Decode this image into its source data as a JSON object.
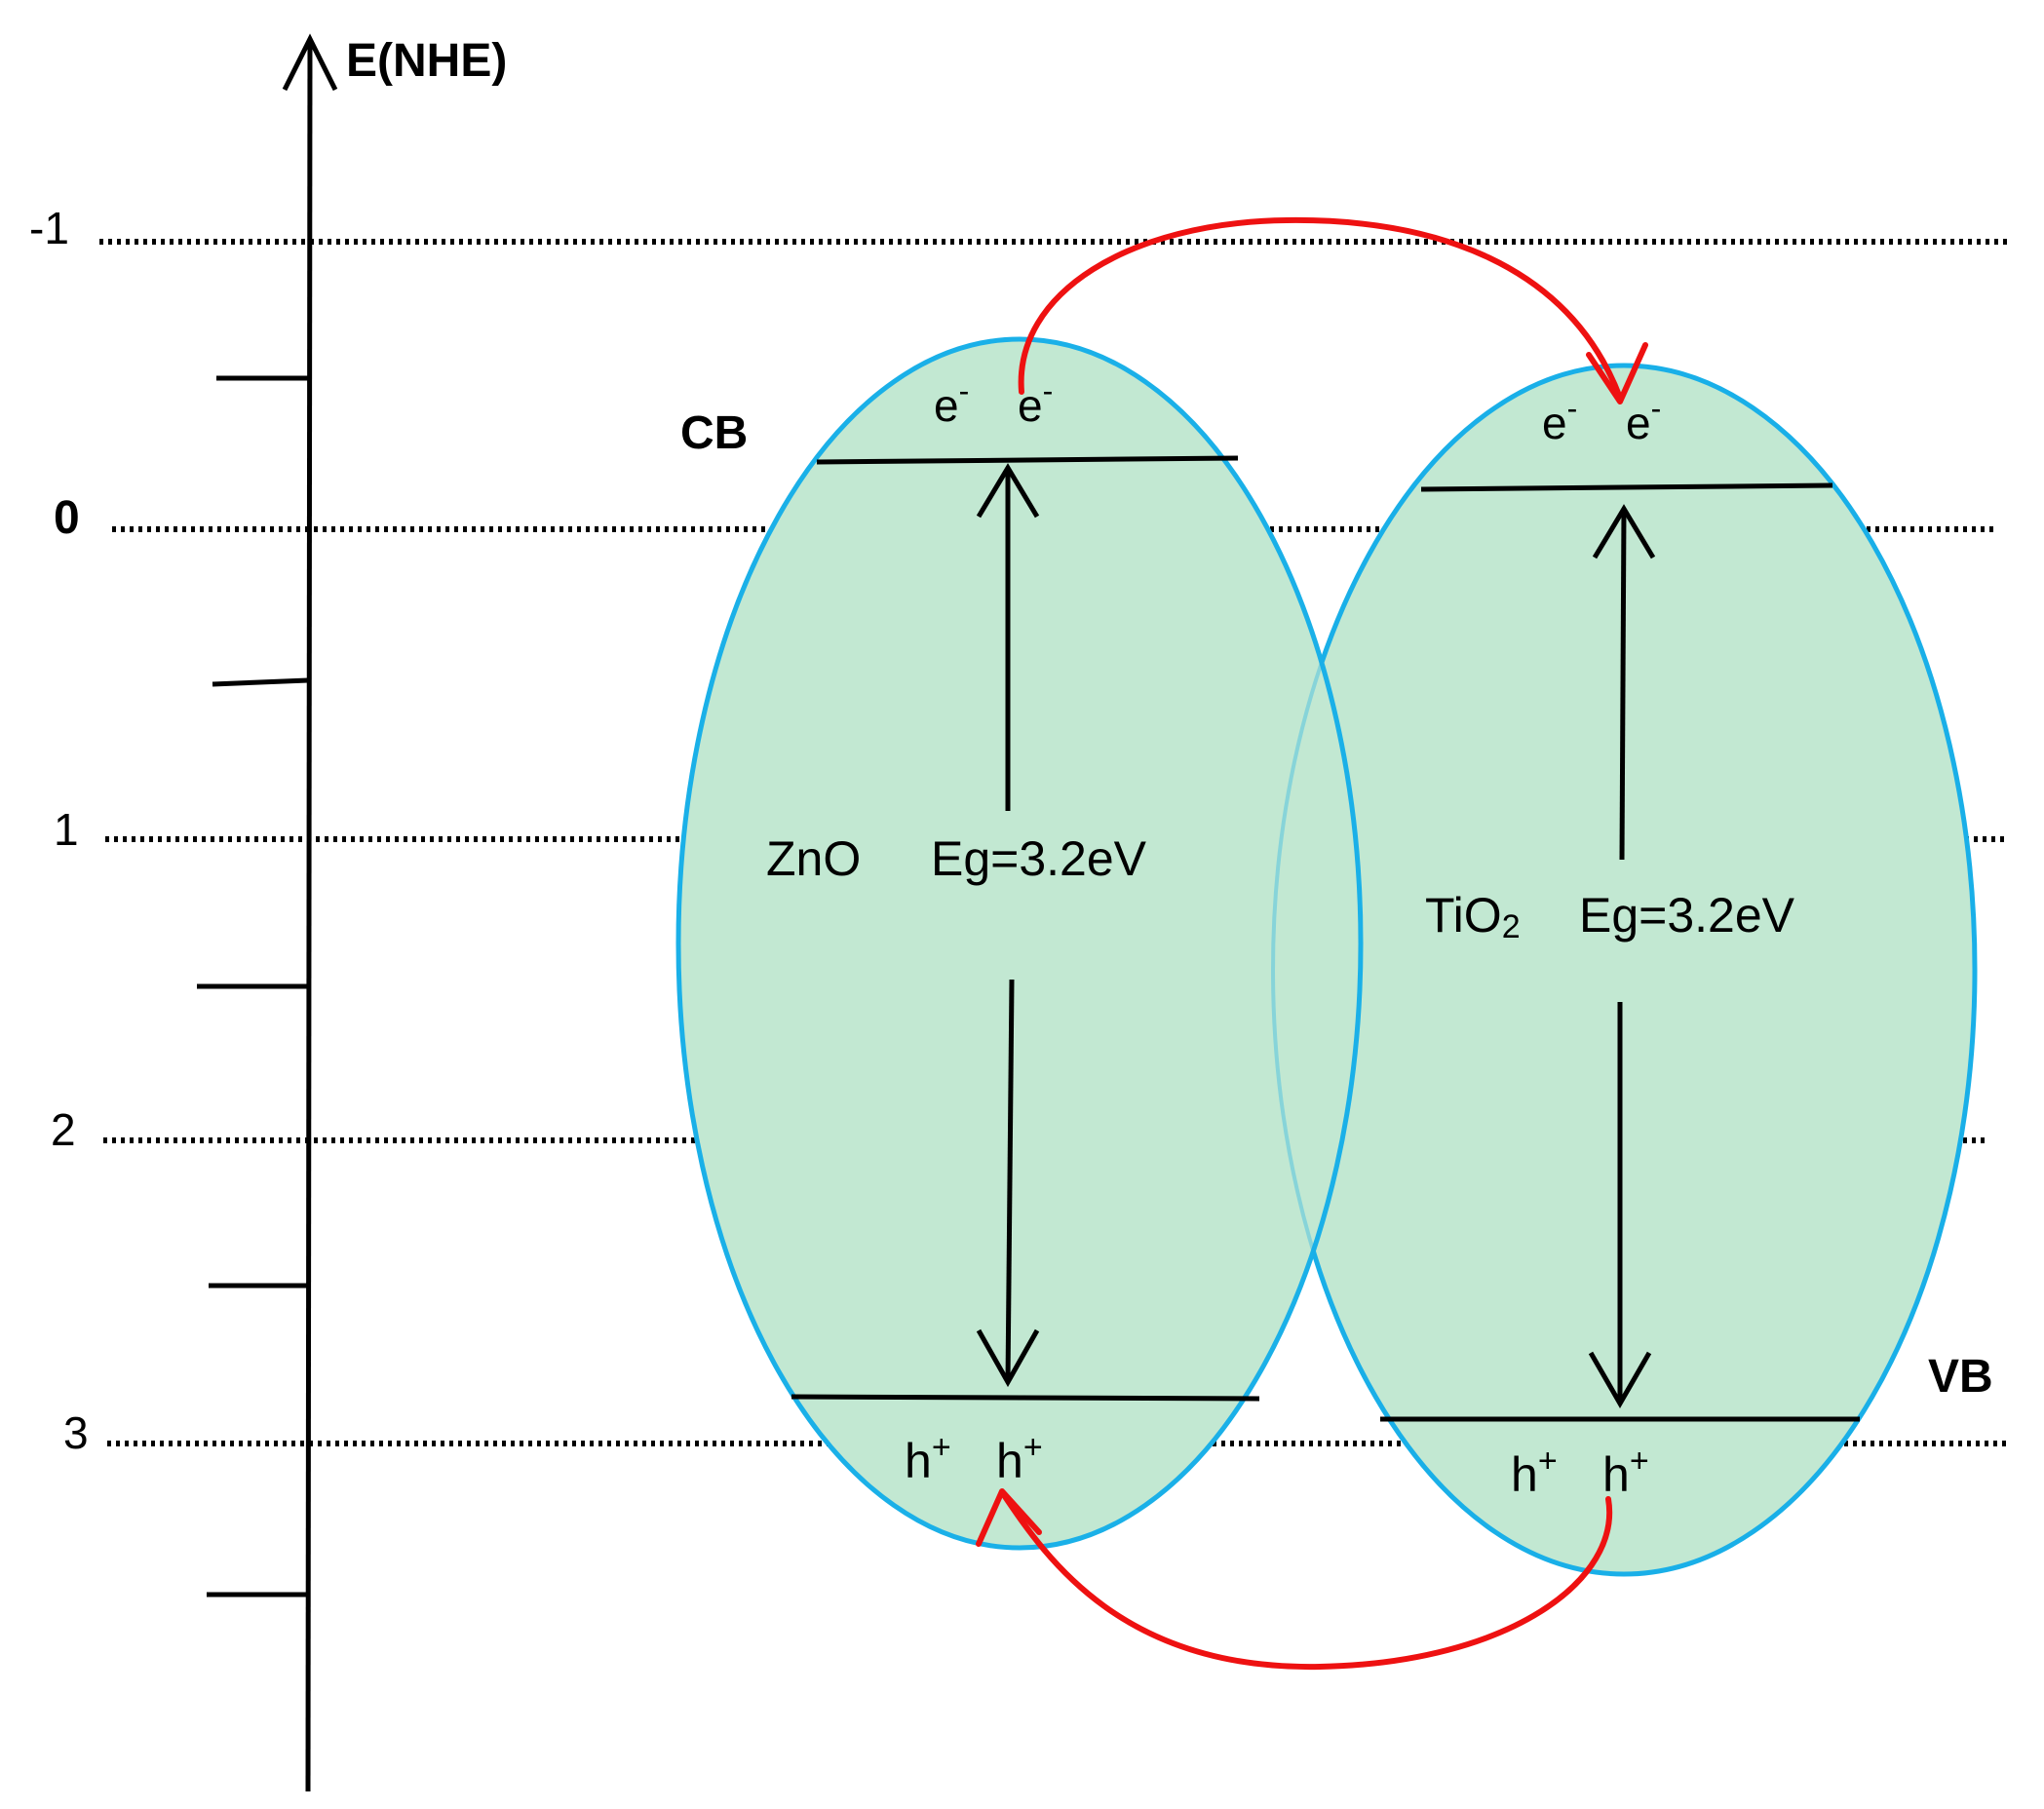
{
  "axis": {
    "title": "E(NHE)",
    "tick_labels": [
      "-1",
      "0",
      "1",
      "2",
      "3"
    ]
  },
  "band_labels": {
    "cb": "CB",
    "vb": "VB"
  },
  "semiconductors": [
    {
      "material_main": "ZnO",
      "material_sub": "",
      "gap_label": "Eg=3.2eV",
      "electron_label": "e",
      "electron_sup": "-",
      "hole_label": "h",
      "hole_sup": "+"
    },
    {
      "material_main": "TiO",
      "material_sub": "2",
      "gap_label": "Eg=3.2eV",
      "electron_label": "e",
      "electron_sup": "-",
      "hole_label": "h",
      "hole_sup": "+"
    }
  ],
  "colors": {
    "ellipse_fill": "#c2e8d2",
    "ellipse_stroke": "#1ab0e8",
    "transfer_arrow": "#ee1111",
    "ink": "#000000"
  }
}
